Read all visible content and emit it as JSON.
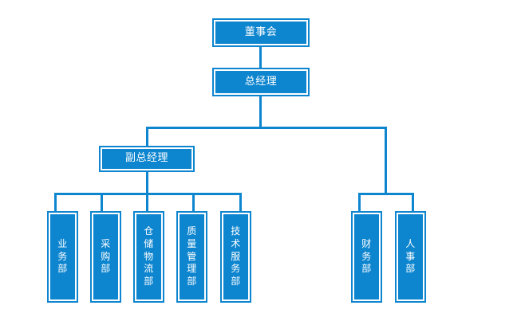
{
  "diagram": {
    "type": "org-chart",
    "title": "",
    "background_color": "#ffffff",
    "node_fill_color": "#0d85cf",
    "node_border_color": "#0d85cf",
    "node_inner_border_color": "#ffffff",
    "connector_color": "#0d85cf",
    "text_color": "#ffffff",
    "orientation": "top-down"
  },
  "nodes": {
    "board": {
      "label": "董事会",
      "level": 0,
      "orientation": "horizontal"
    },
    "general_manager": {
      "label": "总经理",
      "level": 1,
      "orientation": "horizontal"
    },
    "deputy_general_manager": {
      "label": "副总经理",
      "level": 2,
      "orientation": "horizontal"
    },
    "departments_left": [
      {
        "label": "业务部",
        "orientation": "vertical"
      },
      {
        "label": "采购部",
        "orientation": "vertical"
      },
      {
        "label": "仓储物流部",
        "orientation": "vertical"
      },
      {
        "label": "质量管理部",
        "orientation": "vertical"
      },
      {
        "label": "技术服务部",
        "orientation": "vertical"
      }
    ],
    "departments_right": [
      {
        "label": "财务部",
        "orientation": "vertical"
      },
      {
        "label": "人事部",
        "orientation": "vertical"
      }
    ]
  },
  "edges": [
    {
      "from": "董事会",
      "to": "总经理"
    },
    {
      "from": "总经理",
      "to": "副总经理"
    },
    {
      "from": "总经理",
      "to": "财务部"
    },
    {
      "from": "总经理",
      "to": "人事部"
    },
    {
      "from": "副总经理",
      "to": "业务部"
    },
    {
      "from": "副总经理",
      "to": "采购部"
    },
    {
      "from": "副总经理",
      "to": "仓储物流部"
    },
    {
      "from": "副总经理",
      "to": "质量管理部"
    },
    {
      "from": "副总经理",
      "to": "技术服务部"
    }
  ]
}
